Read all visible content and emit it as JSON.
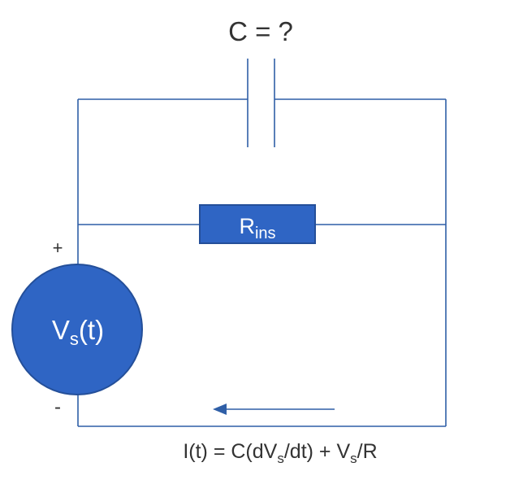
{
  "capacitor": {
    "label": "C = ?"
  },
  "resistor": {
    "label_main": "R",
    "label_sub": "ins"
  },
  "source": {
    "label_main": "V",
    "label_sub": "s",
    "label_tail": "(t)"
  },
  "polarity": {
    "plus": "+",
    "minus": "-"
  },
  "equation": {
    "p1": "I(t) = C(dV",
    "sub1": "s",
    "p2": "/dt) + V",
    "sub2": "s",
    "p3": "/R"
  },
  "colors": {
    "wire": "#2f5fa7",
    "component_fill": "#2f65c4",
    "component_stroke": "#244f99",
    "text": "#333333"
  },
  "icons": {
    "current_direction": "arrow-left-icon"
  }
}
